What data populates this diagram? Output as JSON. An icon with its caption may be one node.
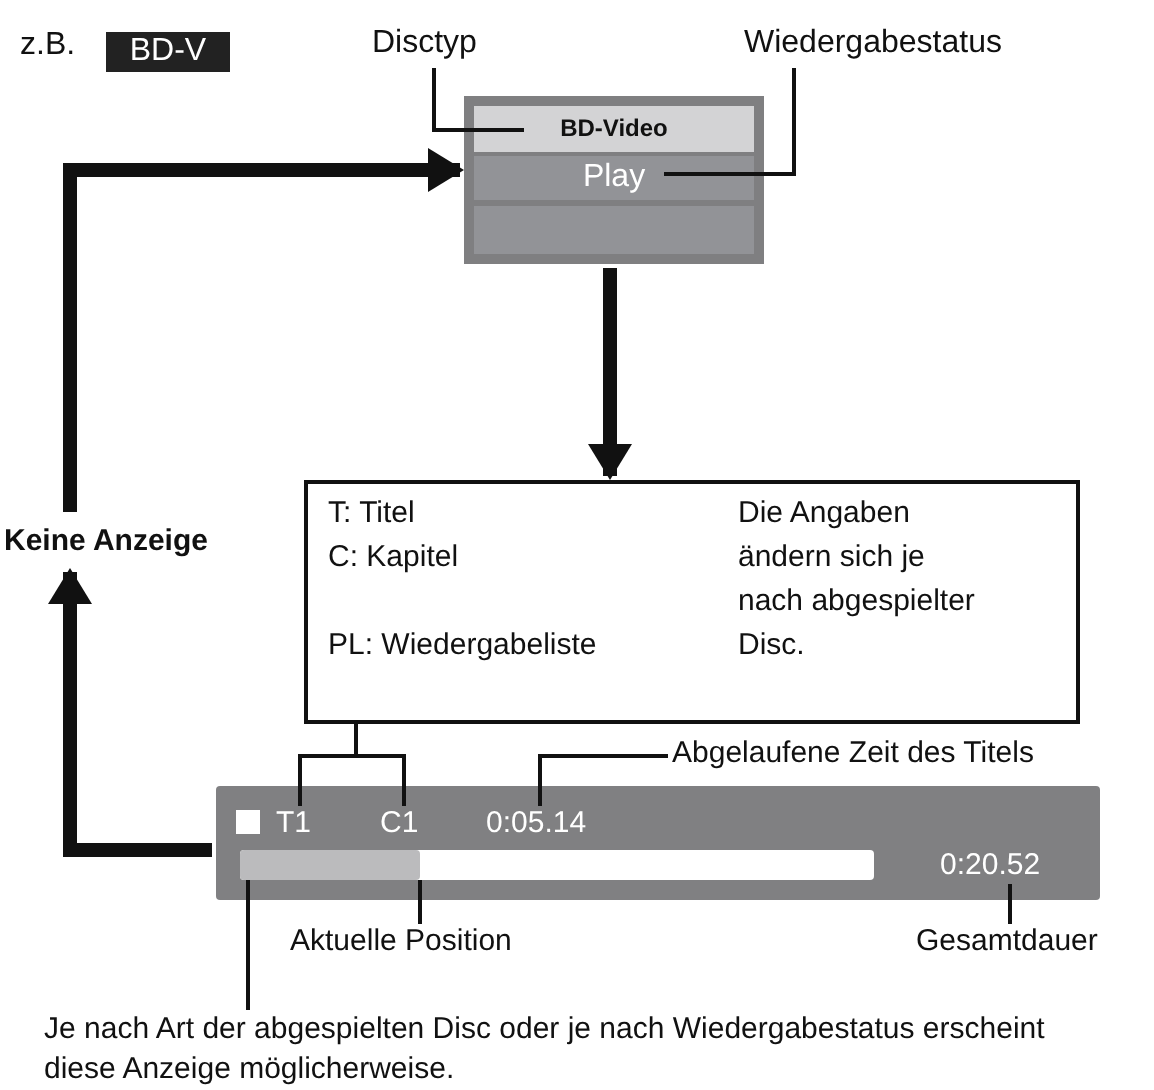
{
  "diagram": {
    "nodes": [
      {
        "text": [
          "BD-V"
        ]
      },
      {
        "text": [
          "Disctyp"
        ]
      },
      {
        "text": [
          "Wiedergabestatus"
        ]
      },
      {
        "text": [],
        "shape": "box"
      },
      {
        "text": [
          "BD-Video"
        ],
        "in": 3
      },
      {
        "text": [
          "Play"
        ],
        "in": 3
      },
      {
        "text": [
          "Keine Anzeige"
        ]
      },
      {
        "text": [
          "T: Titel",
          "C: Kapitel",
          "PL: Wiedergabeliste",
          "Die Angaben ändern sich je nach abgespielter Disc."
        ]
      },
      {
        "text": [],
        "shape": "bar"
      },
      {
        "text": [
          "T1"
        ],
        "in": 8
      },
      {
        "text": [
          "C1"
        ],
        "in": 8
      },
      {
        "text": [
          "0:05.14"
        ],
        "in": 8
      },
      {
        "text": [
          "0:20.52"
        ],
        "in": 8
      },
      {
        "text": [],
        "shape": "bar",
        "in": 8
      },
      {
        "text": [],
        "shape": "bar",
        "in": 13
      },
      {
        "text": [
          "Abgelaufene Zeit des Titels"
        ]
      },
      {
        "text": [
          "Aktuelle Position"
        ]
      },
      {
        "text": [
          "Gesamtdauer"
        ]
      },
      {
        "text": [
          "Je nach Art der abgespielten Disc oder je nach Wiedergabestatus erscheint diese Anzeige möglicherweise."
        ]
      },
      {
        "text": [],
        "shape": "box",
        "in": 3
      }
    ],
    "edges": [
      {
        "from": 6,
        "to": 3,
        "arrow": "to",
        "style": "thick"
      },
      {
        "from": 3,
        "to": 7,
        "arrow": "to",
        "style": "thick"
      },
      {
        "from": 8,
        "to": 6,
        "arrow": "to",
        "style": "thick"
      },
      {
        "from": 1,
        "to": 4,
        "arrow": "none"
      },
      {
        "from": 2,
        "to": 5,
        "arrow": "none"
      },
      {
        "from": 7,
        "to": 9,
        "arrow": "none"
      },
      {
        "from": 7,
        "to": 10,
        "arrow": "none"
      },
      {
        "from": 15,
        "to": 11,
        "arrow": "none"
      },
      {
        "from": 16,
        "to": 14,
        "arrow": "none"
      },
      {
        "from": 17,
        "to": 12,
        "arrow": "none"
      },
      {
        "from": 18,
        "to": 13,
        "arrow": "none"
      }
    ],
    "labels": [
      "z.B."
    ]
  }
}
